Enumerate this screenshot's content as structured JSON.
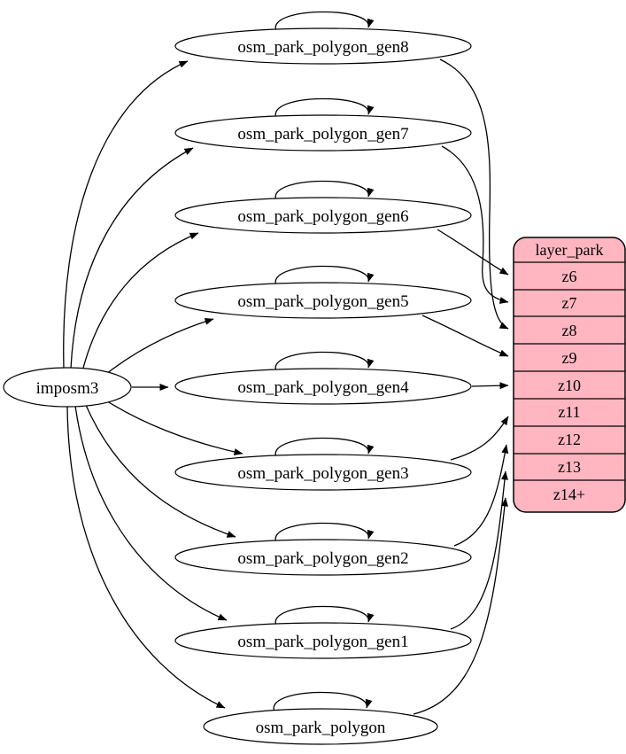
{
  "diagram": {
    "type": "graphviz-etl-flow",
    "source_node": {
      "id": "imposm3",
      "label": "imposm3"
    },
    "nodes": [
      {
        "id": "osm_park_polygon_gen8",
        "label": "osm_park_polygon_gen8"
      },
      {
        "id": "osm_park_polygon_gen7",
        "label": "osm_park_polygon_gen7"
      },
      {
        "id": "osm_park_polygon_gen6",
        "label": "osm_park_polygon_gen6"
      },
      {
        "id": "osm_park_polygon_gen5",
        "label": "osm_park_polygon_gen5"
      },
      {
        "id": "osm_park_polygon_gen4",
        "label": "osm_park_polygon_gen4"
      },
      {
        "id": "osm_park_polygon_gen3",
        "label": "osm_park_polygon_gen3"
      },
      {
        "id": "osm_park_polygon_gen2",
        "label": "osm_park_polygon_gen2"
      },
      {
        "id": "osm_park_polygon_gen1",
        "label": "osm_park_polygon_gen1"
      },
      {
        "id": "osm_park_polygon",
        "label": "osm_park_polygon"
      }
    ],
    "layer_table": {
      "title": "layer_park",
      "rows": [
        "z6",
        "z7",
        "z8",
        "z9",
        "z10",
        "z11",
        "z12",
        "z13",
        "z14+"
      ],
      "fill_color": "#FFB6C1",
      "border_color": "#000000"
    },
    "edges": [
      {
        "from": "imposm3",
        "to": "osm_park_polygon_gen8"
      },
      {
        "from": "imposm3",
        "to": "osm_park_polygon_gen7"
      },
      {
        "from": "imposm3",
        "to": "osm_park_polygon_gen6"
      },
      {
        "from": "imposm3",
        "to": "osm_park_polygon_gen5"
      },
      {
        "from": "imposm3",
        "to": "osm_park_polygon_gen4"
      },
      {
        "from": "imposm3",
        "to": "osm_park_polygon_gen3"
      },
      {
        "from": "imposm3",
        "to": "osm_park_polygon_gen2"
      },
      {
        "from": "imposm3",
        "to": "osm_park_polygon_gen1"
      },
      {
        "from": "imposm3",
        "to": "osm_park_polygon"
      },
      {
        "from": "osm_park_polygon_gen8",
        "to": "osm_park_polygon_gen8",
        "type": "self-loop"
      },
      {
        "from": "osm_park_polygon_gen7",
        "to": "osm_park_polygon_gen7",
        "type": "self-loop"
      },
      {
        "from": "osm_park_polygon_gen6",
        "to": "osm_park_polygon_gen6",
        "type": "self-loop"
      },
      {
        "from": "osm_park_polygon_gen5",
        "to": "osm_park_polygon_gen5",
        "type": "self-loop"
      },
      {
        "from": "osm_park_polygon_gen4",
        "to": "osm_park_polygon_gen4",
        "type": "self-loop"
      },
      {
        "from": "osm_park_polygon_gen3",
        "to": "osm_park_polygon_gen3",
        "type": "self-loop"
      },
      {
        "from": "osm_park_polygon_gen2",
        "to": "osm_park_polygon_gen2",
        "type": "self-loop"
      },
      {
        "from": "osm_park_polygon_gen1",
        "to": "osm_park_polygon_gen1",
        "type": "self-loop"
      },
      {
        "from": "osm_park_polygon",
        "to": "osm_park_polygon",
        "type": "self-loop"
      },
      {
        "from": "osm_park_polygon_gen6",
        "to": "layer_park:z6"
      },
      {
        "from": "osm_park_polygon_gen7",
        "to": "layer_park:z7"
      },
      {
        "from": "osm_park_polygon_gen8",
        "to": "layer_park:z8"
      },
      {
        "from": "osm_park_polygon_gen5",
        "to": "layer_park:z9"
      },
      {
        "from": "osm_park_polygon_gen4",
        "to": "layer_park:z10"
      },
      {
        "from": "osm_park_polygon_gen3",
        "to": "layer_park:z11"
      },
      {
        "from": "osm_park_polygon_gen2",
        "to": "layer_park:z12"
      },
      {
        "from": "osm_park_polygon_gen1",
        "to": "layer_park:z13"
      },
      {
        "from": "osm_park_polygon",
        "to": "layer_park:z14+"
      }
    ]
  }
}
